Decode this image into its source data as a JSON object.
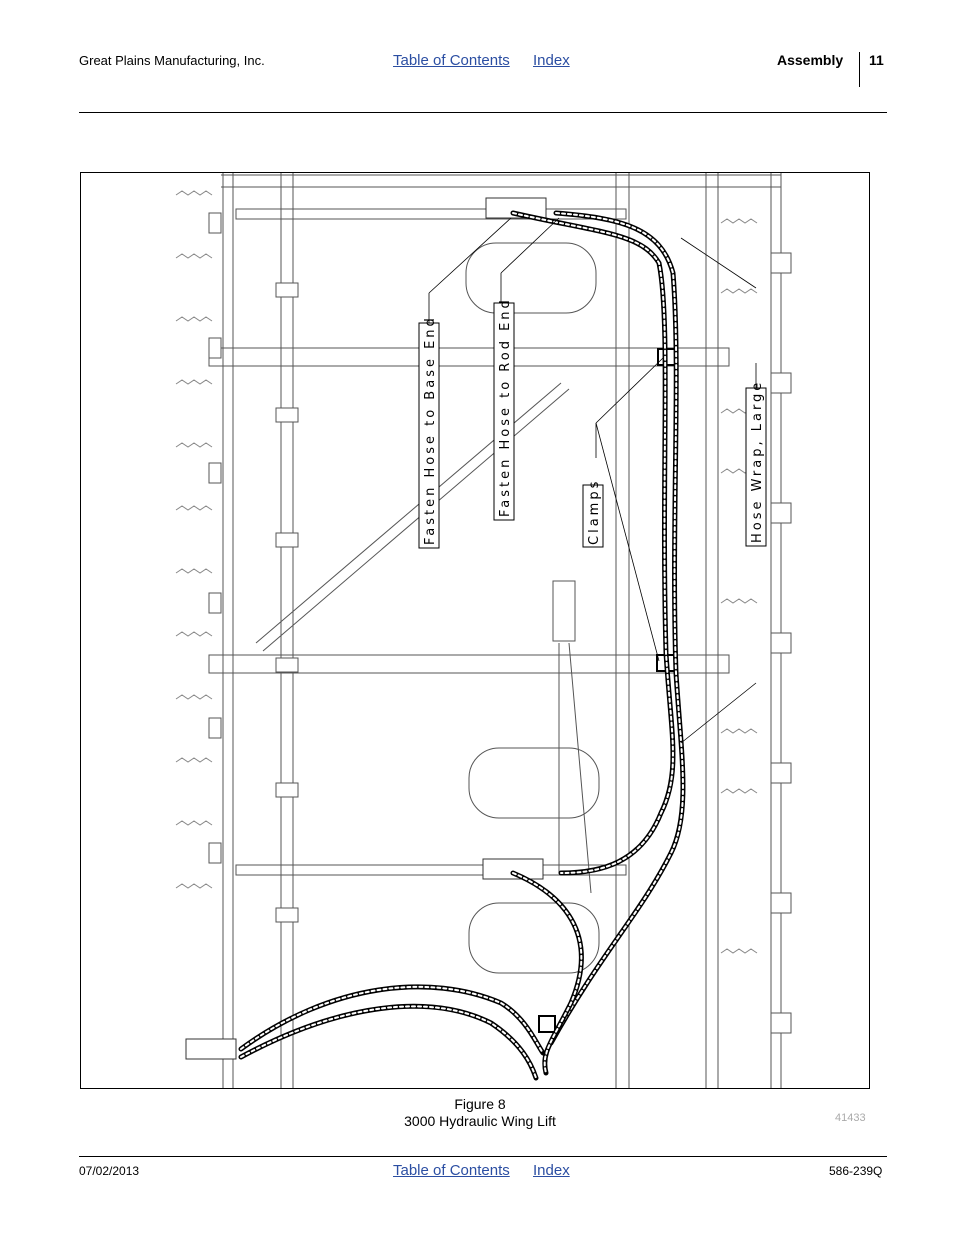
{
  "header": {
    "company": "Great Plains Manufacturing, Inc.",
    "toc_link": "Table of Contents",
    "index_link": "Index",
    "section": "Assembly",
    "page_number": "11"
  },
  "figure": {
    "callouts": {
      "base_end": "Fasten Hose to Base End",
      "rod_end": "Fasten Hose to Rod End",
      "clamps": "Clamps",
      "hose_wrap": "Hose Wrap, Large"
    },
    "caption_number": "Figure 8",
    "caption_title": "3000 Hydraulic Wing Lift",
    "drawing_number": "41433"
  },
  "footer": {
    "date": "07/02/2013",
    "toc_link": "Table of Contents",
    "index_link": "Index",
    "doc_number": "586-239Q"
  }
}
